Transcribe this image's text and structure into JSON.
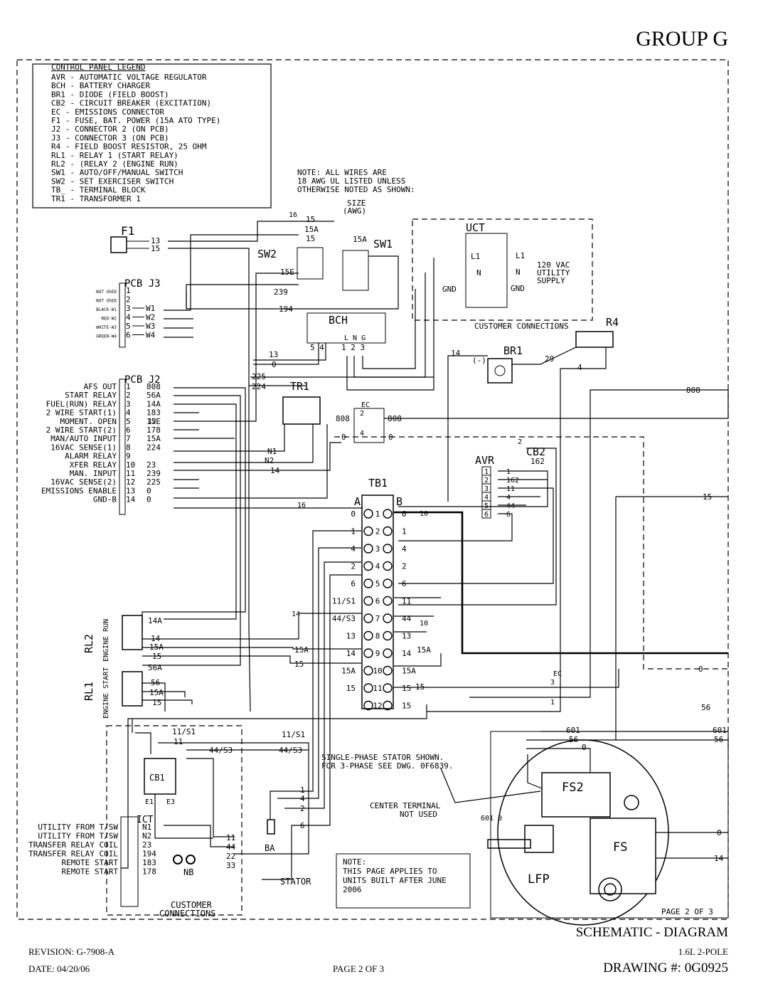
{
  "header": {
    "group": "GROUP G"
  },
  "legend": {
    "title": "CONTROL PANEL LEGEND",
    "items": [
      "AVR - AUTOMATIC VOLTAGE REGULATOR",
      "BCH - BATTERY CHARGER",
      "BR1 - DIODE (FIELD BOOST)",
      "CB2 - CIRCUIT BREAKER (EXCITATION)",
      "EC  - EMISSIONS CONNECTOR",
      "F1  - FUSE, BAT. POWER (15A ATO TYPE)",
      "J2  - CONNECTOR 2 (ON PCB)",
      "J3  - CONNECTOR 3 (ON PCB)",
      "R4  - FIELD BOOST RESISTOR, 25 OHM",
      "RL1 - RELAY 1 (START RELAY)",
      "RL2 - (RELAY 2 (ENGINE RUN)",
      "SW1 - AUTO/OFF/MANUAL SWITCH",
      "SW2 - SET EXERCISER SWITCH",
      "TB_ - TERMINAL BLOCK",
      "TR1 - TRANSFORMER 1"
    ]
  },
  "notes": {
    "wires": [
      "NOTE: ALL WIRES ARE",
      "18 AWG UL LISTED UNLESS",
      "OTHERWISE NOTED AS SHOWN:"
    ],
    "size": [
      "SIZE",
      "(AWG)"
    ],
    "stator": [
      "SINGLE-PHASE STATOR SHOWN.",
      "FOR 3-PHASE SEE DWG. 0F6839."
    ],
    "center": [
      "CENTER TERMINAL",
      "NOT USED"
    ],
    "page_note": [
      "NOTE:",
      "THIS PAGE APPLIES TO",
      "UNITS BUILT AFTER JUNE",
      "2006"
    ],
    "customer_connections": "CUSTOMER CONNECTIONS",
    "customer_connections_bottom": [
      "CUSTOMER",
      "CONNECTIONS"
    ],
    "page_inner": "PAGE 2 OF 3"
  },
  "components": {
    "f1": "F1",
    "sw1": "SW1",
    "sw2": "SW2",
    "uct": "UCT",
    "bch": "BCH",
    "br1": "BR1",
    "r4": "R4",
    "pcb_j3": "PCB J3",
    "pcb_j2": "PCB J2",
    "tr1": "TR1",
    "ec": "EC",
    "avr": "AVR",
    "cb2": "CB2",
    "tb1": "TB1",
    "tb_a": "A",
    "tb_b": "B",
    "rl1": "RL1",
    "rl2": "RL2",
    "engine_run": "ENGINE RUN",
    "engine_start": "ENGINE START",
    "cb1": "CB1",
    "e1": "E1",
    "e3": "E3",
    "ict": "ICT",
    "nb": "NB",
    "ba": "BA",
    "stator": "STATOR",
    "fs2": "FS2",
    "fs": "FS",
    "lfp": "LFP"
  },
  "uct": {
    "pins": [
      "L1",
      "N",
      "GND"
    ],
    "supply": [
      "120 VAC",
      "UTILITY",
      "SUPPLY"
    ]
  },
  "j3_pins": [
    {
      "n": "1",
      "tag": "NOT USED",
      "w": ""
    },
    {
      "n": "2",
      "tag": "NOT USED",
      "w": ""
    },
    {
      "n": "3",
      "tag": "BLACK-W1",
      "w": "W1"
    },
    {
      "n": "4",
      "tag": "RED-W2",
      "w": "W2"
    },
    {
      "n": "5",
      "tag": "WHITE-W3",
      "w": "W3"
    },
    {
      "n": "6",
      "tag": "GREEN-W4",
      "w": "W4"
    }
  ],
  "j2_pins": [
    {
      "label": "AFS OUT",
      "n": "1",
      "w": "808"
    },
    {
      "label": "START RELAY",
      "n": "2",
      "w": "56A"
    },
    {
      "label": "FUEL(RUN) RELAY",
      "n": "3",
      "w": "14A"
    },
    {
      "label": "2 WIRE START(1)",
      "n": "4",
      "w": "183"
    },
    {
      "label": "MOMENT. OPEN",
      "n": "5",
      "w": "15E"
    },
    {
      "label": "2 WIRE START(2)",
      "n": "6",
      "w": "178"
    },
    {
      "label": "MAN/AUTO INPUT",
      "n": "7",
      "w": "15A"
    },
    {
      "label": "16VAC SENSE(1)",
      "n": "8",
      "w": "224"
    },
    {
      "label": "ALARM RELAY",
      "n": "9",
      "w": ""
    },
    {
      "label": "XFER RELAY",
      "n": "10",
      "w": "23"
    },
    {
      "label": "MAN. INPUT",
      "n": "11",
      "w": "239"
    },
    {
      "label": "16VAC SENSE(2)",
      "n": "12",
      "w": "225"
    },
    {
      "label": "EMISSIONS ENABLE",
      "n": "13",
      "w": "0"
    },
    {
      "label": "GND-B",
      "n": "14",
      "w": "0"
    }
  ],
  "tb1_rows": [
    {
      "n": "1",
      "left": "0",
      "right": "0"
    },
    {
      "n": "2",
      "left": "1",
      "right": "1"
    },
    {
      "n": "3",
      "left": "4",
      "right": "4"
    },
    {
      "n": "4",
      "left": "2",
      "right": "2"
    },
    {
      "n": "5",
      "left": "6",
      "right": "6"
    },
    {
      "n": "6",
      "left": "11/S1",
      "right": "11"
    },
    {
      "n": "7",
      "left": "44/S3",
      "right": "44"
    },
    {
      "n": "8",
      "left": "13",
      "right": "13"
    },
    {
      "n": "9",
      "left": "14",
      "right": "14"
    },
    {
      "n": "10",
      "left": "15A",
      "right": "15A"
    },
    {
      "n": "11",
      "left": "15",
      "right": "15"
    },
    {
      "n": "12",
      "left": "",
      "right": "15"
    }
  ],
  "avr_rows": [
    {
      "n": "1",
      "w": "1"
    },
    {
      "n": "2",
      "w": "162"
    },
    {
      "n": "3",
      "w": "11"
    },
    {
      "n": "4",
      "w": "4"
    },
    {
      "n": "5",
      "w": "44"
    },
    {
      "n": "6",
      "w": "6"
    }
  ],
  "ict_rows": [
    {
      "label": "UTILITY FROM T/SW",
      "w": "N1"
    },
    {
      "label": "UTILITY FROM T/SW",
      "w": "N2"
    },
    {
      "label": "TRANSFER RELAY COIL",
      "w": "23"
    },
    {
      "label": "TRANSFER RELAY COIL",
      "w": "194"
    },
    {
      "label": "REMOTE START",
      "w": "183"
    },
    {
      "label": "REMOTE START",
      "w": "178"
    }
  ],
  "wire_labels": {
    "w13": "13",
    "w15": "15",
    "w15a": "15A",
    "w15e": "15E",
    "w239": "239",
    "w194": "194",
    "w0": "0",
    "w225": "225",
    "w224": "224",
    "w808": "808",
    "w14": "14",
    "w29": "29",
    "w4": "4",
    "w162": "162",
    "w56": "56",
    "w601": "601",
    "wN1": "N1",
    "wN2": "N2",
    "w56a": "56A",
    "w14a": "14A",
    "w11s1": "11/S1",
    "w44s3": "44/S3",
    "w11": "11",
    "w44": "44",
    "w22": "22",
    "w33": "33",
    "w1": "1",
    "w2": "2",
    "w6": "6",
    "w601_0": "601 0",
    "neg": "(-)",
    "bch_pins": "1 2 3",
    "bch_lng": "L N G",
    "bch_54": "5 4",
    "ec2": "2",
    "ec4": "4",
    "ec3": "3",
    "ec1": "1",
    "cb2_num": "2",
    "f12": "12",
    "f14": "14",
    "f16": "16",
    "f10": "10"
  },
  "footer": {
    "title": "SCHEMATIC - DIAGRAM",
    "revision": "REVISION: G-7908-A",
    "model": "1.6L 2-POLE",
    "date": "DATE: 04/20/06",
    "page": "PAGE 2 OF 3",
    "drawing": "DRAWING #: 0G0925"
  }
}
